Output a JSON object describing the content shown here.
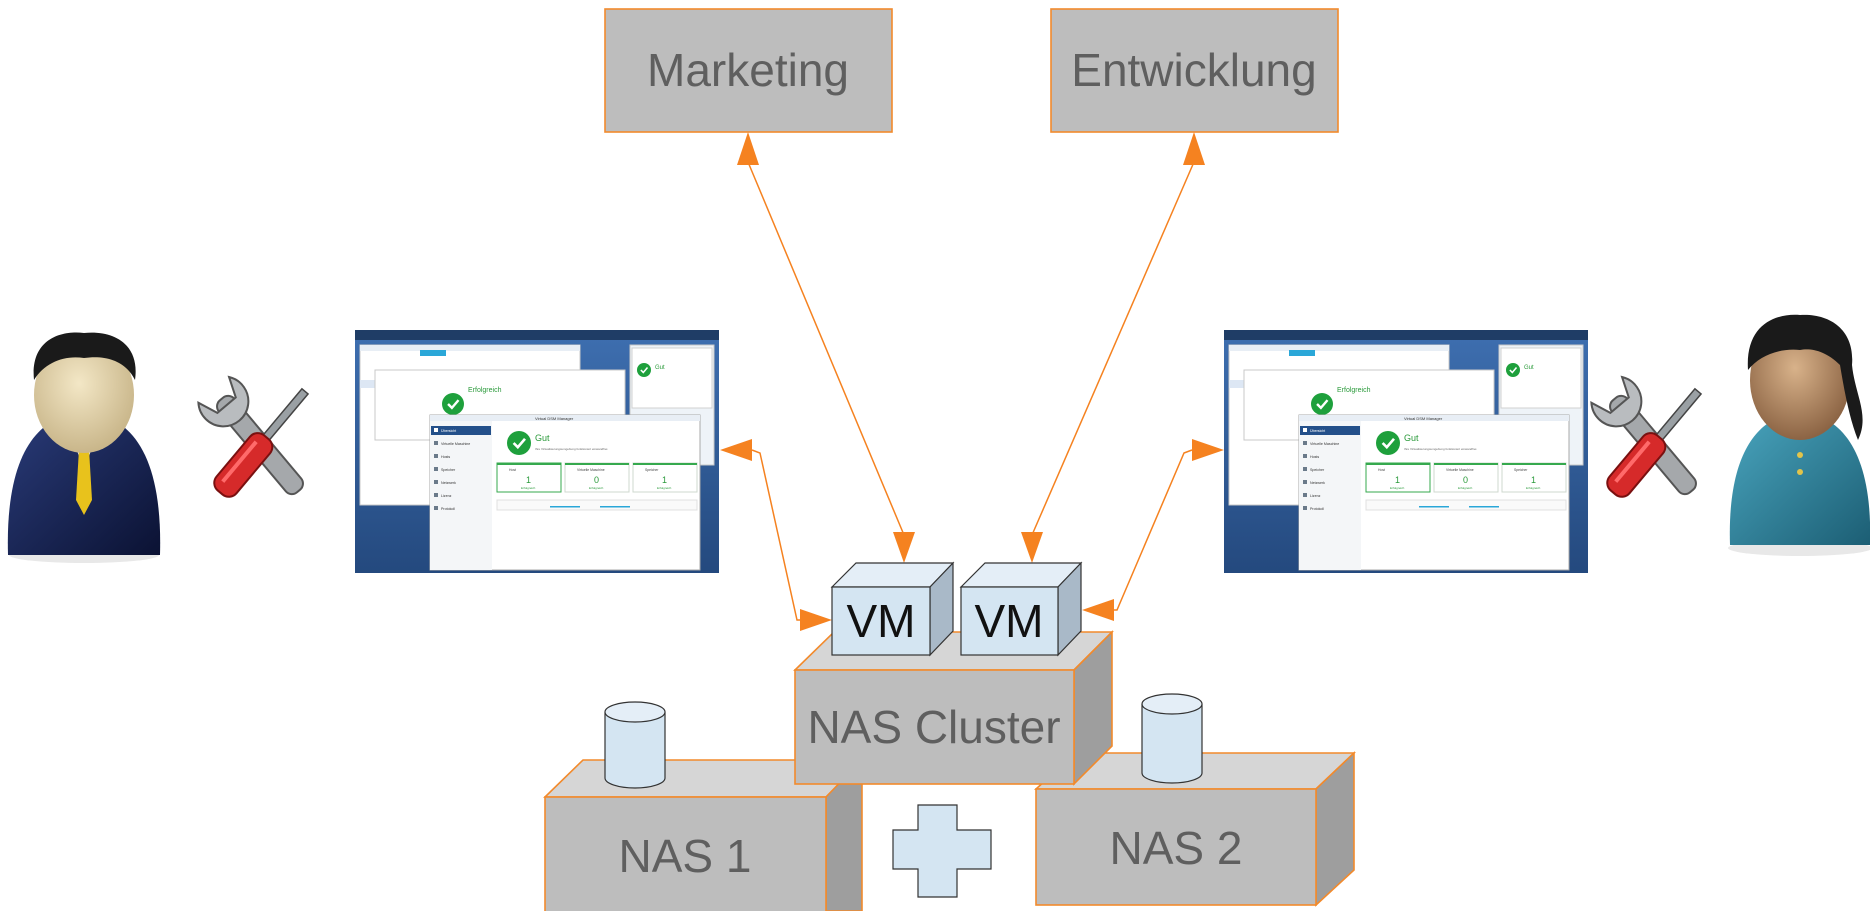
{
  "departments": [
    {
      "id": "marketing",
      "label": "Marketing"
    },
    {
      "id": "entwicklung",
      "label": "Entwicklung"
    }
  ],
  "cluster": {
    "label": "NAS Cluster"
  },
  "vms": [
    {
      "label": "VM"
    },
    {
      "label": "VM"
    }
  ],
  "nas_units": [
    {
      "label": "NAS 1"
    },
    {
      "label": "NAS 2"
    }
  ],
  "screenshots": [
    {
      "window_title": "Virtual DSM Manager",
      "status_heading": "Gut",
      "status_text": "Ihre Virtualisierungsumgebung funktioniert einwandfrei.",
      "background_status": "Erfolgreich",
      "side_status": "Gut",
      "nav_items": [
        "Übersicht",
        "Virtuelle Maschine",
        "Hosts",
        "Speicher",
        "Netzwerk",
        "Lizenz",
        "Protokoll"
      ],
      "cards": [
        {
          "title": "Host",
          "value": "1",
          "sub": "Erfolgreich"
        },
        {
          "title": "Virtuelle Maschine",
          "value": "0",
          "sub": "Erfolgreich"
        },
        {
          "title": "Speicher",
          "value": "1",
          "sub": "Erfolgreich"
        }
      ]
    },
    {
      "window_title": "Virtual DSM Manager",
      "status_heading": "Gut",
      "status_text": "Ihre Virtualisierungsumgebung funktioniert einwandfrei.",
      "background_status": "Erfolgreich",
      "side_status": "Gut",
      "nav_items": [
        "Übersicht",
        "Virtuelle Maschine",
        "Hosts",
        "Speicher",
        "Netzwerk",
        "Lizenz",
        "Protokoll"
      ],
      "cards": [
        {
          "title": "Host",
          "value": "1",
          "sub": "Erfolgreich"
        },
        {
          "title": "Virtuelle Maschine",
          "value": "0",
          "sub": "Erfolgreich"
        },
        {
          "title": "Speicher",
          "value": "1",
          "sub": "Erfolgreich"
        }
      ]
    }
  ],
  "people": [
    {
      "id": "admin-male",
      "icon": "businessman-icon"
    },
    {
      "id": "admin-female",
      "icon": "businesswoman-icon"
    }
  ],
  "tools": [
    {
      "icon": "wrench-screwdriver-icon"
    },
    {
      "icon": "wrench-screwdriver-icon"
    }
  ],
  "colors": {
    "box_fill": "#bdbdbd",
    "box_border": "#f28a2c",
    "arrow": "#f58220",
    "cube_fill": "#d4e5f2",
    "label_text": "#5f5f5f"
  }
}
